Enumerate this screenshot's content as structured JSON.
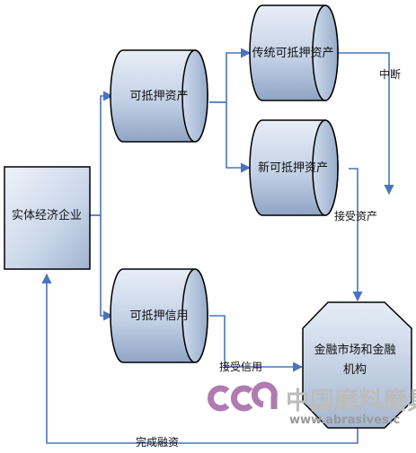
{
  "nodes": {
    "enterprise": "实体经济企业",
    "pledgeable_asset": "可抵押资产",
    "traditional_asset": "传统可抵押资产",
    "new_asset": "新可抵押资产",
    "pledge_credit": "可抵押信用",
    "financial_market": "金融市场和金融机构"
  },
  "edge_labels": {
    "interrupt": "中断",
    "accept_asset": "接受资产",
    "accept_credit": "接受信用",
    "complete_financing": "完成融资"
  },
  "watermark": {
    "logo_letters": "CCA",
    "chinese": "中国磨料磨具",
    "url": "www.abrasives.c"
  },
  "colors": {
    "arrow": "#4a74c0",
    "fill_light": "#e6edf7",
    "fill_dark": "#97acca",
    "outline": "#000000",
    "logo": "#b07bb0"
  }
}
